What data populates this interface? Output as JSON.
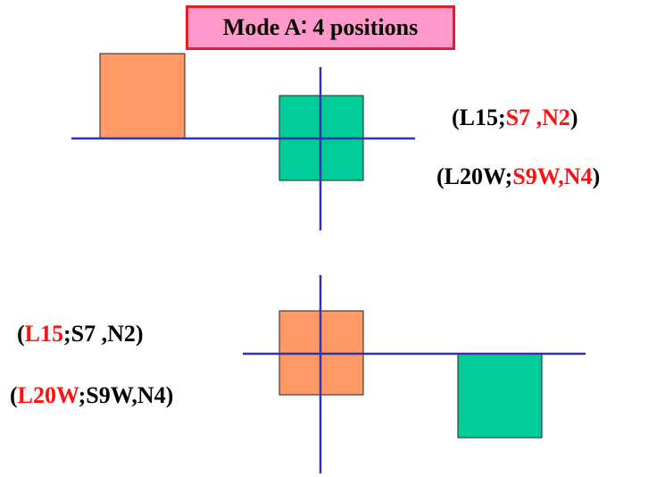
{
  "title": "Mode A∶ 4 positions",
  "colors": {
    "orange": "#ff9966",
    "green": "#00cc99",
    "axis": "#3333aa",
    "highlight": "#ff1010",
    "title_bg": "#ff99cc",
    "title_border": "#e0202a"
  },
  "top_labels": [
    {
      "open": "(L15;",
      "mid": "S7 ,N2",
      "close": ")"
    },
    {
      "open": "(L20W;",
      "mid": "S9W,N4",
      "close": ")"
    }
  ],
  "bottom_labels": [
    {
      "open": "(",
      "mid": "L15",
      "close": ";S7 ,N2)"
    },
    {
      "open": "(",
      "mid": "L20W",
      "close": ";S9W,N4)"
    }
  ]
}
